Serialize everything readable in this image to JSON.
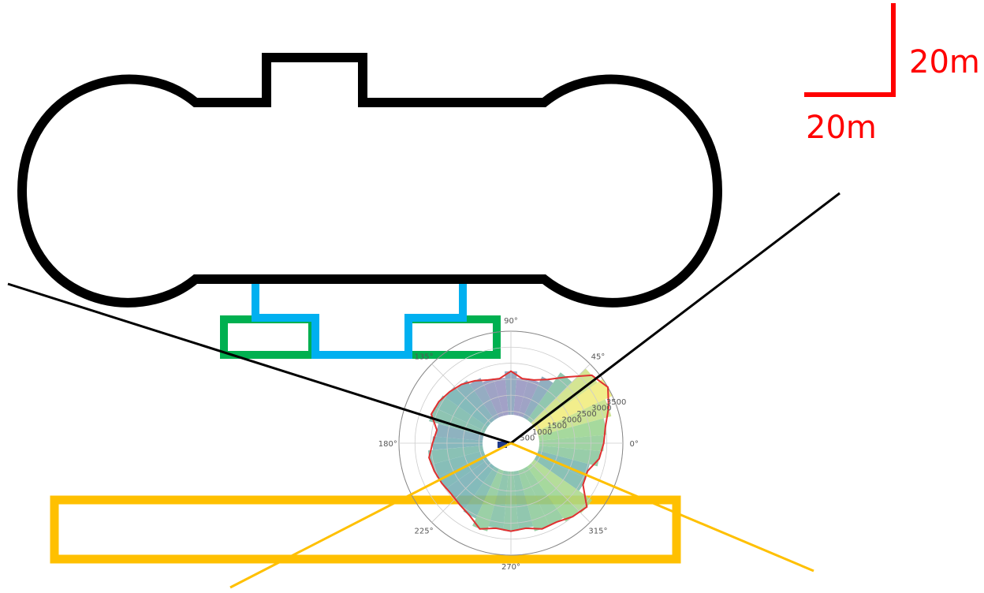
{
  "scale_bar": {
    "vertical_label": "20m",
    "horizontal_label": "20m",
    "color": "#ff0000"
  },
  "colors": {
    "building_outline": "#000000",
    "green_structure": "#00b050",
    "blue_pipe": "#00b0f0",
    "yellow_rect": "#ffc000",
    "yellow_lines": "#ffc000",
    "black_lines": "#000000",
    "polar_envelope": "#e03030"
  },
  "polar_plot": {
    "angle_labels": [
      "0°",
      "45°",
      "90°",
      "135°",
      "180°",
      "225°",
      "270°",
      "315°"
    ],
    "radial_labels": [
      "500",
      "1000",
      "1500",
      "2000",
      "2500",
      "3000",
      "3500"
    ],
    "r_max": 3500,
    "r_min": 700,
    "envelope": [
      {
        "angle": 0,
        "r": 2900
      },
      {
        "angle": 10,
        "r": 3000
      },
      {
        "angle": 20,
        "r": 3250
      },
      {
        "angle": 30,
        "r": 3500
      },
      {
        "angle": 40,
        "r": 3300
      },
      {
        "angle": 50,
        "r": 2700
      },
      {
        "angle": 60,
        "r": 2300
      },
      {
        "angle": 70,
        "r": 2100
      },
      {
        "angle": 80,
        "r": 2050
      },
      {
        "angle": 90,
        "r": 2250
      },
      {
        "angle": 100,
        "r": 2050
      },
      {
        "angle": 110,
        "r": 2100
      },
      {
        "angle": 120,
        "r": 2250
      },
      {
        "angle": 130,
        "r": 2400
      },
      {
        "angle": 140,
        "r": 2500
      },
      {
        "angle": 150,
        "r": 2600
      },
      {
        "angle": 160,
        "r": 2650
      },
      {
        "angle": 170,
        "r": 2350
      },
      {
        "angle": 180,
        "r": 2450
      },
      {
        "angle": 190,
        "r": 2600
      },
      {
        "angle": 200,
        "r": 2550
      },
      {
        "angle": 210,
        "r": 2500
      },
      {
        "angle": 220,
        "r": 2450
      },
      {
        "angle": 230,
        "r": 2500
      },
      {
        "angle": 240,
        "r": 2600
      },
      {
        "angle": 250,
        "r": 2850
      },
      {
        "angle": 260,
        "r": 2700
      },
      {
        "angle": 270,
        "r": 2750
      },
      {
        "angle": 280,
        "r": 2700
      },
      {
        "angle": 290,
        "r": 2850
      },
      {
        "angle": 300,
        "r": 2850
      },
      {
        "angle": 310,
        "r": 3000
      },
      {
        "angle": 320,
        "r": 3100
      },
      {
        "angle": 330,
        "r": 2600
      },
      {
        "angle": 340,
        "r": 2550
      },
      {
        "angle": 350,
        "r": 2800
      }
    ]
  }
}
